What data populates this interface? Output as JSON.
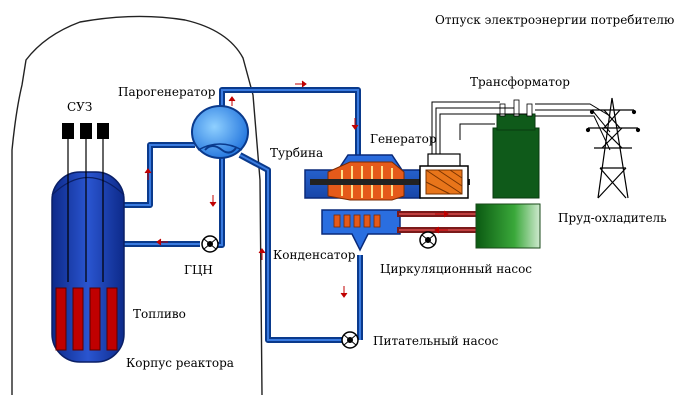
{
  "labels": {
    "power_delivery": "Отпуск электроэнергии потребителю",
    "transformer": "Трансформатор",
    "steam_generator": "Парогенератор",
    "control_rods": "СУЗ",
    "turbine": "Турбина",
    "generator": "Генератор",
    "cooling_pond": "Пруд-охладитель",
    "main_circulation_pump": "ГЦН",
    "condenser": "Конденсатор",
    "circulation_pump": "Циркуляционный насос",
    "fuel": "Топливо",
    "feed_pump": "Питательный насос",
    "reactor_vessel": "Корпус реактора"
  },
  "colors": {
    "pipe": "#0a3a8c",
    "pipe_light": "#3a7be0",
    "vessel": "#1b3fb0",
    "fuel": "#c00000",
    "cooling_water": "#1a7a1a",
    "transformer": "#0f5a1a",
    "arrow": "#c00000"
  }
}
